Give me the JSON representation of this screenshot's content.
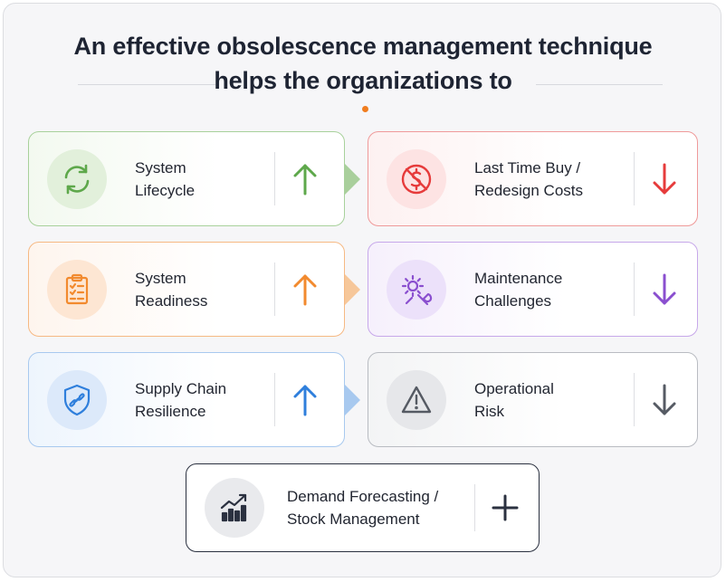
{
  "title": {
    "line1": "An effective obsolescence management technique",
    "line2": "helps the organizations to"
  },
  "cards": [
    {
      "line1": "System",
      "line2": "Lifecycle",
      "icon": "refresh-icon",
      "direction": "up",
      "color": "#5ea84b"
    },
    {
      "line1": "Last Time Buy /",
      "line2": "Redesign Costs",
      "icon": "no-dollar-icon",
      "direction": "down",
      "color": "#e63b3b"
    },
    {
      "line1": "System",
      "line2": "Readiness",
      "icon": "clipboard-checklist-icon",
      "direction": "up",
      "color": "#f28a2e"
    },
    {
      "line1": "Maintenance",
      "line2": "Challenges",
      "icon": "gear-wrench-icon",
      "direction": "down",
      "color": "#8a4fcf"
    },
    {
      "line1": "Supply Chain",
      "line2": "Resilience",
      "icon": "shield-link-icon",
      "direction": "up",
      "color": "#2f7fdc"
    },
    {
      "line1": "Operational",
      "line2": "Risk",
      "icon": "warning-icon",
      "direction": "down",
      "color": "#555a63"
    },
    {
      "line1": "Demand Forecasting /",
      "line2": "Stock Management",
      "icon": "bar-chart-trend-icon",
      "direction": "plus",
      "color": "#2b3140"
    }
  ]
}
